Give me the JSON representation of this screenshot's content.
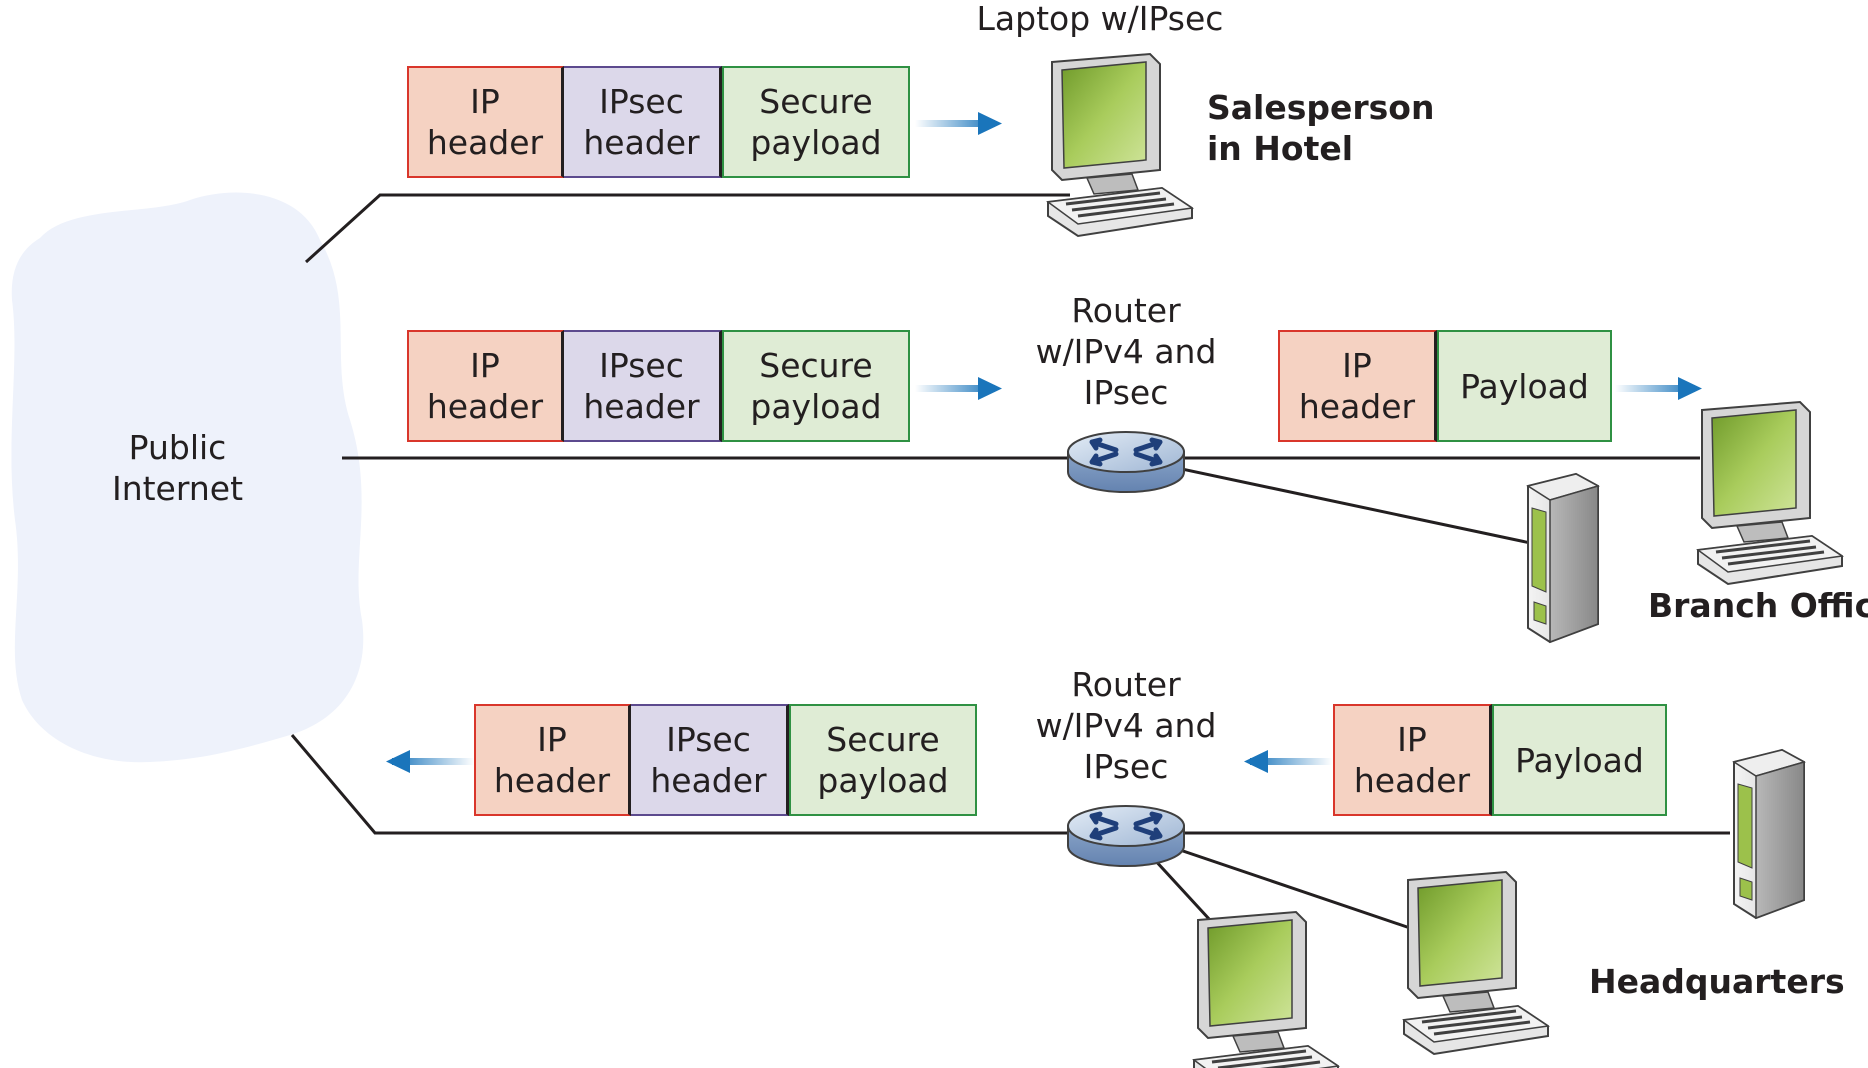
{
  "cloud": {
    "label_line1": "Public",
    "label_line2": "Internet"
  },
  "laptop": {
    "caption": "Laptop w/IPsec",
    "site_line1": "Salesperson",
    "site_line2": "in Hotel"
  },
  "router_label": {
    "line1": "Router",
    "line2": "w/IPv4 and",
    "line3": "IPsec"
  },
  "branch_site": "Branch Office",
  "hq_site": "Headquarters",
  "packet_ipsec": {
    "ip": "IP\nheader",
    "ipsec": "IPsec\nheader",
    "payload": "Secure\npayload"
  },
  "packet_plain": {
    "ip": "IP\nheader",
    "payload": "Payload"
  },
  "colors": {
    "ip_fill": "#f5d2c2",
    "ip_border": "#d9362b",
    "ipsec_fill": "#dcd8ea",
    "payload_fill": "#dfecd5",
    "payload_border": "#2f9143",
    "arrow": "#1a75bb",
    "screen": "#9cc14b"
  }
}
